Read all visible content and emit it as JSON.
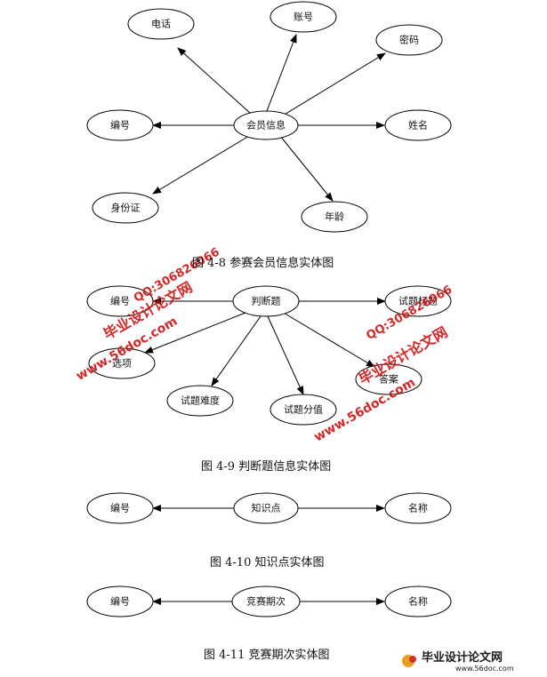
{
  "figures": [
    {
      "caption": "图 4-8 参赛会员信息实体图",
      "center": "会员信息",
      "attributes": [
        "电话",
        "账号",
        "密码",
        "编号",
        "姓名",
        "身份证",
        "年龄"
      ]
    },
    {
      "caption": "图 4-9 判断题信息实体图",
      "center": "判断题",
      "attributes": [
        "编号",
        "试题标题",
        "选项",
        "答案",
        "试题难度",
        "试题分值"
      ]
    },
    {
      "caption": "图 4-10 知识点实体图",
      "center": "知识点",
      "attributes": [
        "编号",
        "名称"
      ]
    },
    {
      "caption": "图 4-11 竞赛期次实体图",
      "center": "竞赛期次",
      "attributes": [
        "编号",
        "名称"
      ]
    }
  ],
  "watermark": {
    "site_name": "毕业设计论文网",
    "url": "www.56doc.com",
    "qq": "QQ:306826066",
    "color": "#d01010"
  },
  "footer_logo": {
    "text": "毕业设计论文网",
    "url": "www.56doc.com",
    "color": "#1a1a1a"
  }
}
